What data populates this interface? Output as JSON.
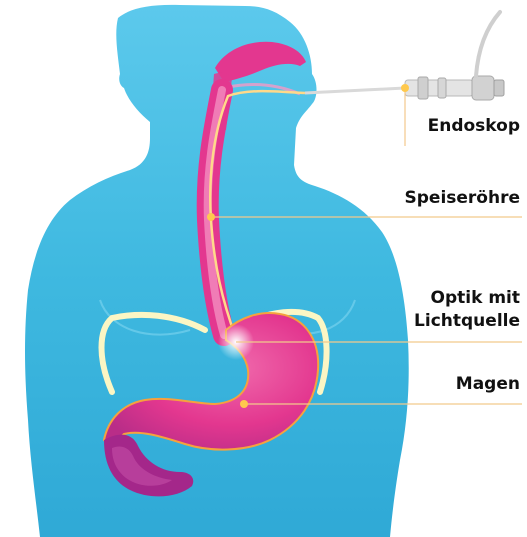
{
  "labels": {
    "endoscope": "Endoskop",
    "esophagus": "Speiseröhre",
    "optics_line1": "Optik mit",
    "optics_line2": "Lichtquelle",
    "stomach": "Magen"
  },
  "colors": {
    "background": "#ffffff",
    "body": "#38b6de",
    "body_light": "#7fd6f0",
    "organ": "#e3378f",
    "organ_dark": "#a4278a",
    "organ_highlight": "#f59ac6",
    "ribs": "#fbf6c4",
    "pointer_line": "#f2c98c",
    "pointer_dot": "#ffc94d",
    "endoscope_device": "#dedede",
    "label_text": "#111111"
  }
}
